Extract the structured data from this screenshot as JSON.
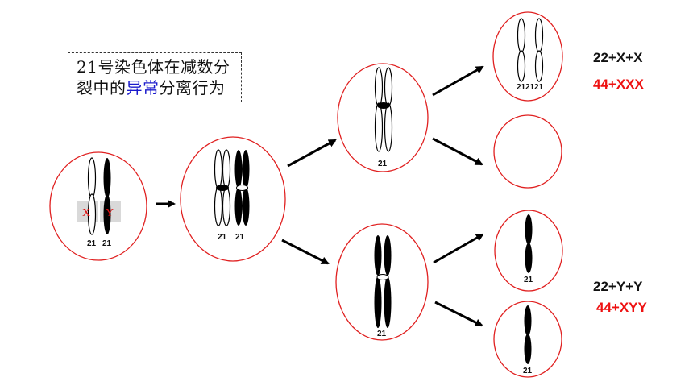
{
  "title": {
    "line1": "21号染色体在减数分",
    "line2_pre": "裂中的",
    "line2_highlight": "异常",
    "line2_post": "分离行为"
  },
  "parent_cell": {
    "x_label": "X",
    "y_label": "Y",
    "chrom_labels": [
      "21",
      "21"
    ]
  },
  "cell_labels": {
    "primary": [
      "21",
      "21"
    ],
    "secondary_top": "21",
    "secondary_bottom": "21",
    "gamete_top": [
      "21",
      "21",
      "21"
    ],
    "gamete_bot1": "21",
    "gamete_bot2": "21"
  },
  "results": {
    "top_black": "22+X+X",
    "top_red": "44+XXX",
    "bottom_black": "22+Y+Y",
    "bottom_red": "44+XYY"
  },
  "colors": {
    "circle": "#e02020",
    "highlight": "#1a1acc",
    "red_text": "#ee1111"
  }
}
